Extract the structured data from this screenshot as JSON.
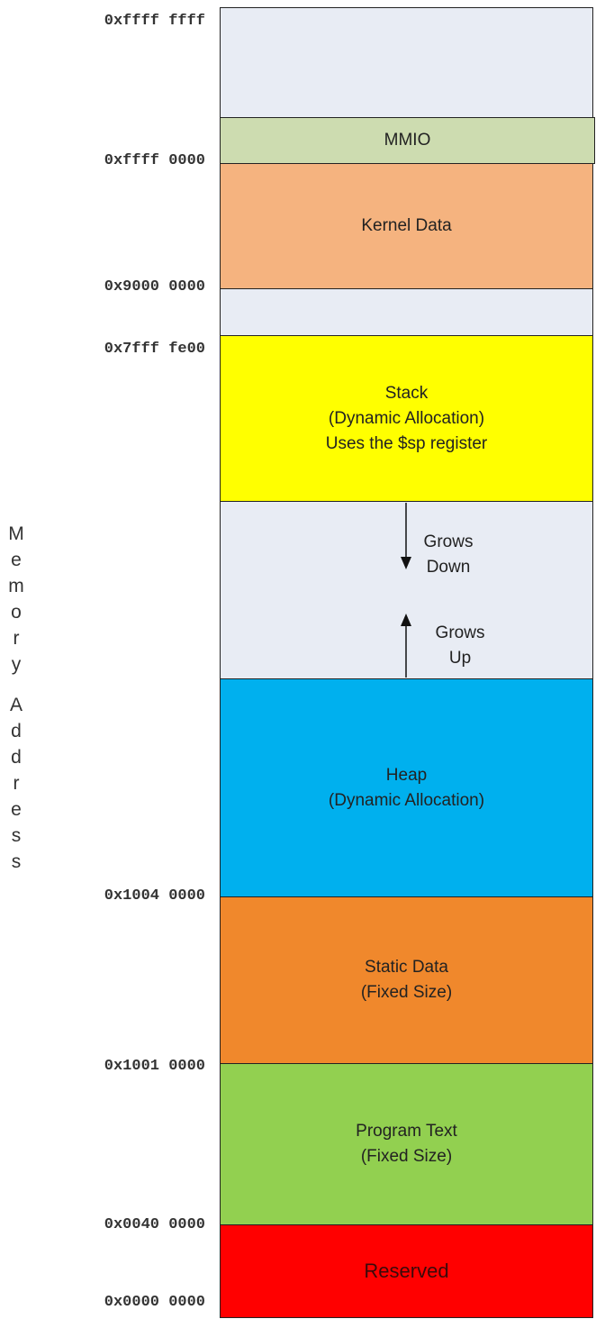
{
  "axis_label": "Memory Address",
  "addresses": {
    "top": "0xffff ffff",
    "mmio_base": "0xffff 0000",
    "kernel_base": "0x9000 0000",
    "stack_top": "0x7fff fe00",
    "heap_base": "0x1004 0000",
    "static_base": "0x1001 0000",
    "text_base": "0x0040 0000",
    "bottom": "0x0000 0000"
  },
  "regions": {
    "mmio": {
      "label": "MMIO",
      "color": "#cddcb0"
    },
    "kernel": {
      "label": "Kernel Data",
      "color": "#f5b37f"
    },
    "stack": {
      "label": "Stack\n(Dynamic Allocation)\nUses the $sp register",
      "color": "#ffff00"
    },
    "heap": {
      "label": "Heap\n(Dynamic Allocation)",
      "color": "#00b0ee"
    },
    "static": {
      "label": "Static Data\n(Fixed Size)",
      "color": "#f0882c"
    },
    "text": {
      "label": "Program Text\n(Fixed Size)",
      "color": "#92d050"
    },
    "reserved": {
      "label": "Reserved",
      "color": "#ff0000"
    },
    "free_space_color": "#e8ecf4"
  },
  "arrows": {
    "down_label": "Grows\nDown",
    "up_label": "Grows\nUp"
  }
}
